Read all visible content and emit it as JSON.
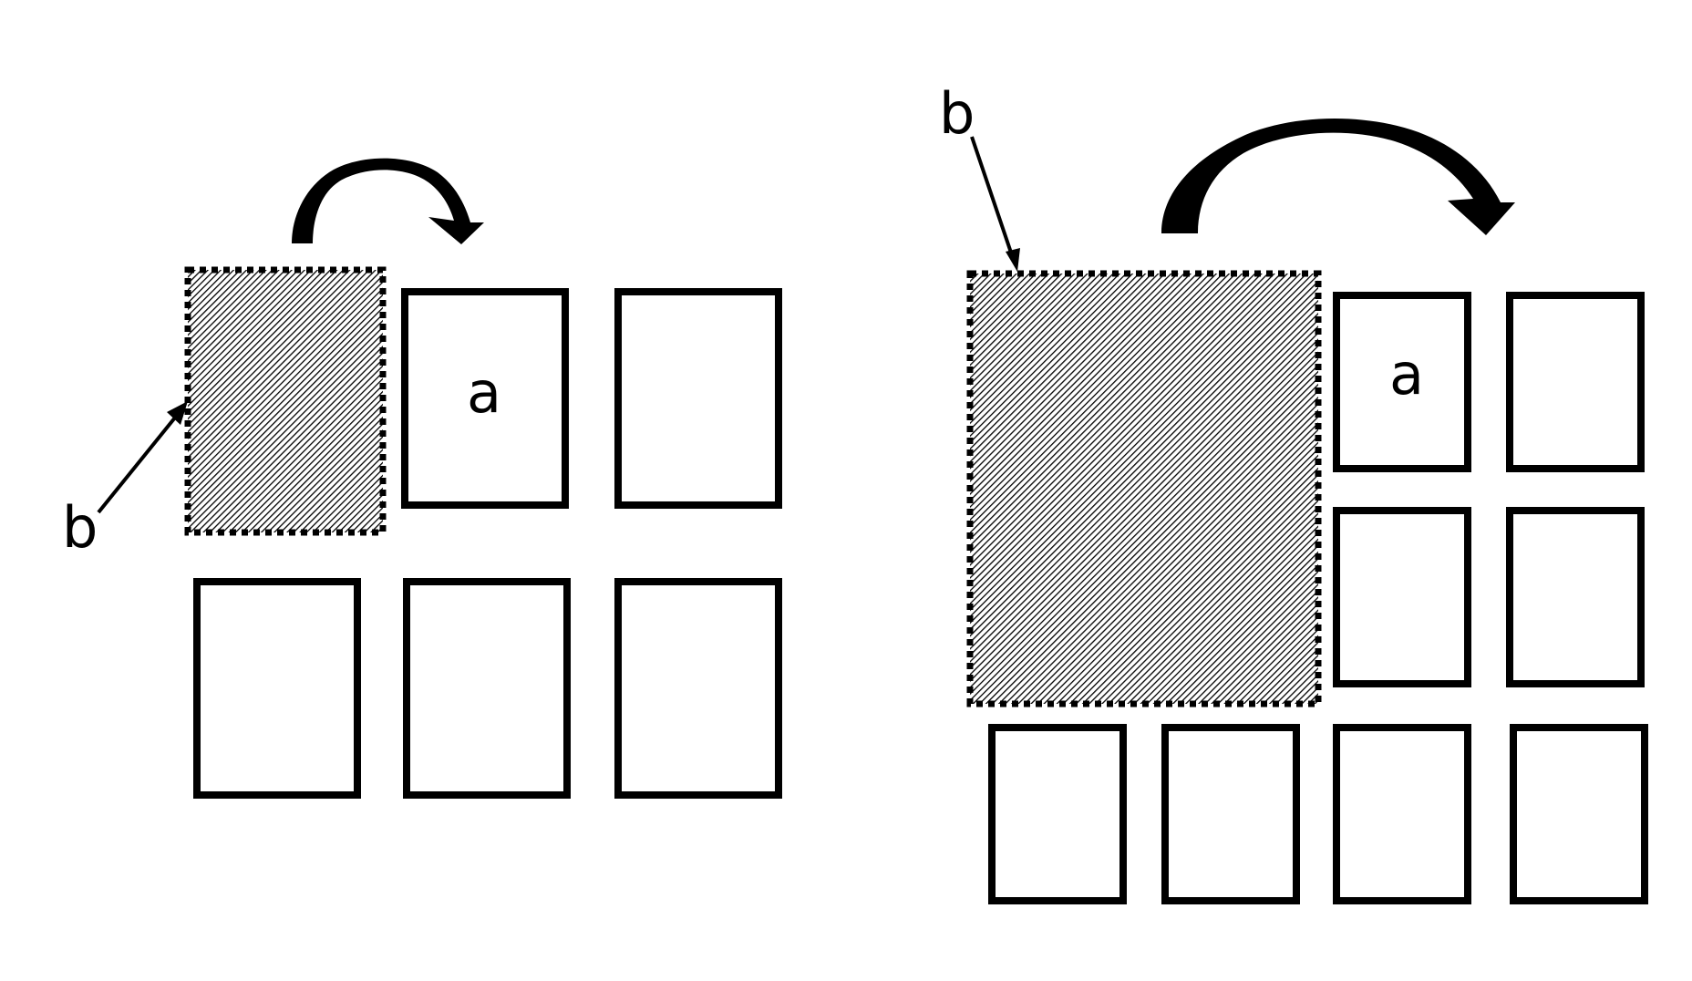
{
  "left_panel": {
    "tile_label": "a",
    "callout_label": "b"
  },
  "right_panel": {
    "tile_label": "a",
    "callout_label": "b"
  },
  "colors": {
    "stroke": "#000000",
    "hatch": "#000000",
    "background": "#ffffff"
  }
}
